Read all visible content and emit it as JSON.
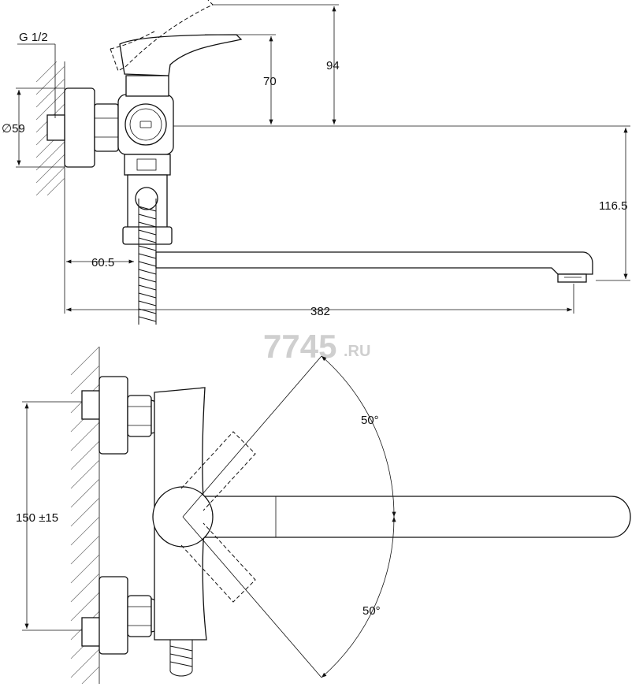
{
  "dimensions": {
    "thread": "G 1/2",
    "diameter": "∅59",
    "handle_height_a": "70",
    "handle_height_b": "94",
    "spout_height": "116.5",
    "wall_offset": "60.5",
    "spout_length": "382",
    "center_distance": "150 ±15",
    "angle_up": "50°",
    "angle_down": "50°"
  },
  "watermark": {
    "main": "7745",
    "suffix": ".RU"
  }
}
